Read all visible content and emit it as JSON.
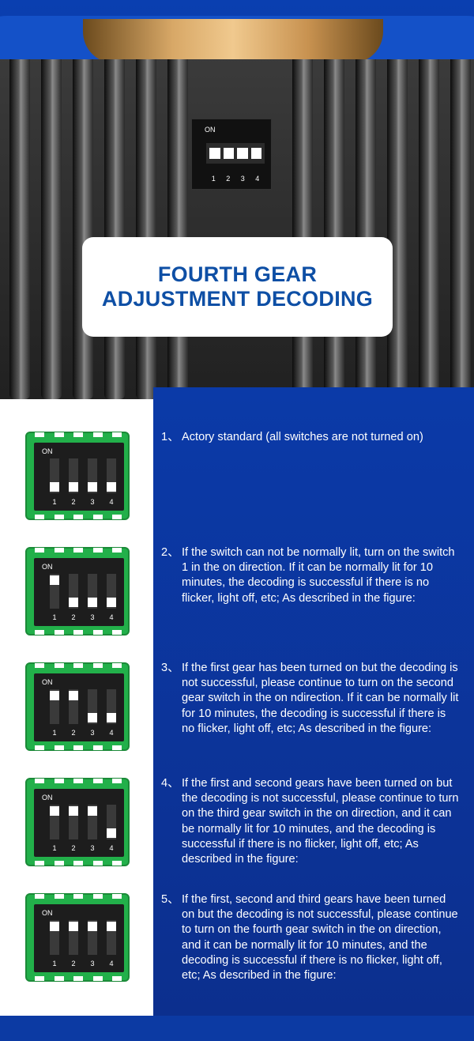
{
  "title_card": {
    "line1": "FOURTH GEAR",
    "line2": "ADJUSTMENT DECODING"
  },
  "hero_dip": {
    "on_label": "ON",
    "numbers": [
      "1",
      "2",
      "3",
      "4"
    ]
  },
  "dip_label_on": "ON",
  "dip_numbers": [
    "1",
    "2",
    "3",
    "4"
  ],
  "colors": {
    "brand_blue": "#0e4fa5",
    "panel_blue": "#0b3aa8",
    "board_green": "#22b04a"
  },
  "steps": [
    {
      "index": "1、",
      "text": "Actory standard (all switches are not turned on)",
      "switches_on": [
        false,
        false,
        false,
        false
      ]
    },
    {
      "index": "2、",
      "text": "If the switch can not be normally lit, turn on the switch 1 in the on direction. If it can be normally lit for 10 minutes, the decoding is successful if there is no flicker, light off, etc; As described in the figure:",
      "switches_on": [
        true,
        false,
        false,
        false
      ]
    },
    {
      "index": "3、",
      "text": "If the first gear has been turned on but the decoding is not successful, please continue to turn on the second gear switch in the on ndirection. If it can be normally lit for 10 minutes, the decoding is successful if there is no flicker, light off, etc; As described in the figure:",
      "switches_on": [
        true,
        true,
        false,
        false
      ]
    },
    {
      "index": "4、",
      "text": "If the first and second gears have been turned on but the decoding is not successful, please continue to turn on the third gear switch in the on direction, and it can be normally lit for 10 minutes, and the decoding is successful if there is no flicker, light off, etc; As described in the figure:",
      "switches_on": [
        true,
        true,
        true,
        false
      ]
    },
    {
      "index": "5、",
      "text": "If the first, second and third gears have been turned on but the decoding is not successful, please continue to turn on the fourth gear switch in the on direction, and it can be normally lit for 10 minutes, and the decoding is successful if there is no flicker, light off, etc; As described in the figure:",
      "switches_on": [
        true,
        true,
        true,
        true
      ]
    }
  ]
}
